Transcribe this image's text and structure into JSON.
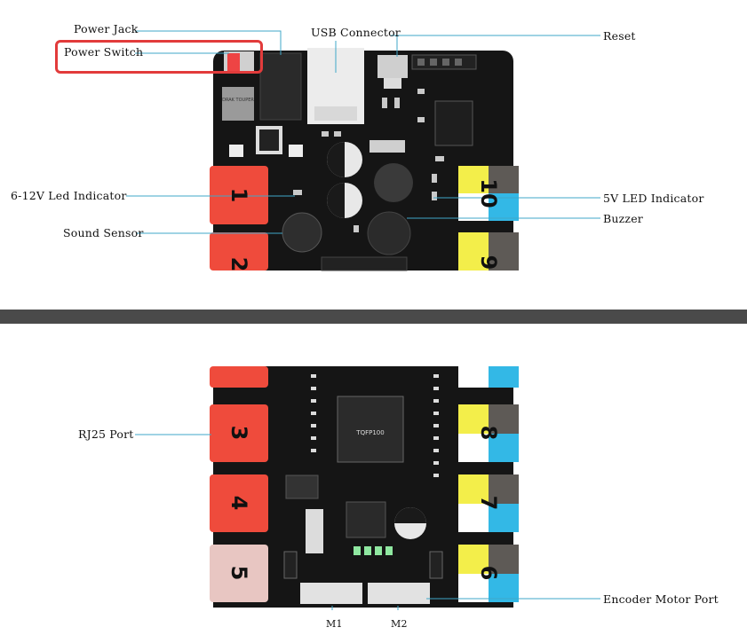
{
  "labels": {
    "power_jack": "Power Jack",
    "power_switch": "Power Switch",
    "usb_connector": "USB Connector",
    "reset": "Reset",
    "led_6_12v": "6-12V Led Indicator",
    "sound_sensor": "Sound Sensor",
    "led_5v": "5V LED Indicator",
    "buzzer": "Buzzer",
    "rj25_port": "RJ25 Port",
    "encoder_motor_port": "Encoder Motor Port",
    "m1": "M1",
    "m2": "M2"
  },
  "ports": {
    "left": [
      "1",
      "2",
      "3",
      "4",
      "5"
    ],
    "right": [
      "10",
      "9",
      "8",
      "7",
      "6"
    ]
  },
  "chips": {
    "main": "TQFP100",
    "regulator": "DRAK TOUPER"
  },
  "colors": {
    "board": "#151515",
    "port_red": "#ef4b3c",
    "port_pink": "#e8c6c2",
    "port_yellow": "#f3ee4a",
    "port_blue": "#33b8e6",
    "port_grey": "#5e5a56",
    "leader_line": "#3fa7c9",
    "highlight": "#e23b3b",
    "divider": "#4a4a4a"
  }
}
